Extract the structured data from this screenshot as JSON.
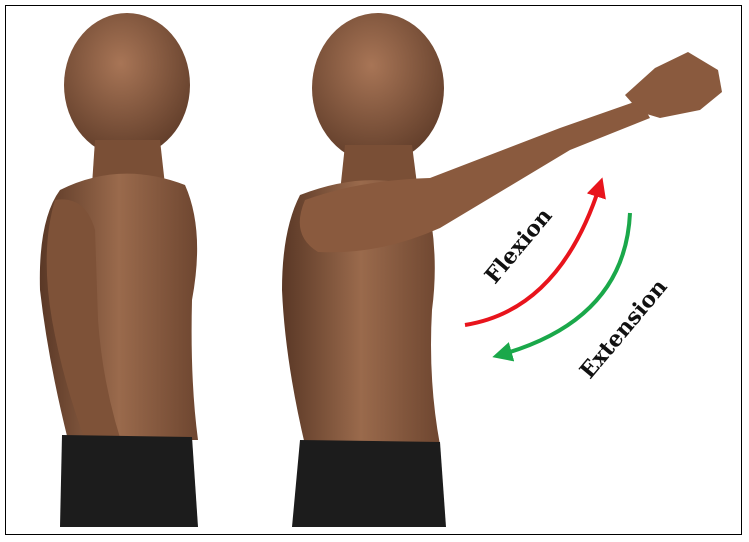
{
  "labels": {
    "flexion": "Flexion",
    "extension": "Extension"
  },
  "colors": {
    "flexion_arrow": "#e8141c",
    "extension_arrow": "#1aa84a",
    "skin": "#8a5a3e",
    "shorts": "#1c1c1c",
    "border": "#000000"
  },
  "figures": [
    {
      "name": "man-arm-down",
      "pose": "arm at side"
    },
    {
      "name": "man-arm-raised",
      "pose": "arm flexed forward"
    }
  ]
}
